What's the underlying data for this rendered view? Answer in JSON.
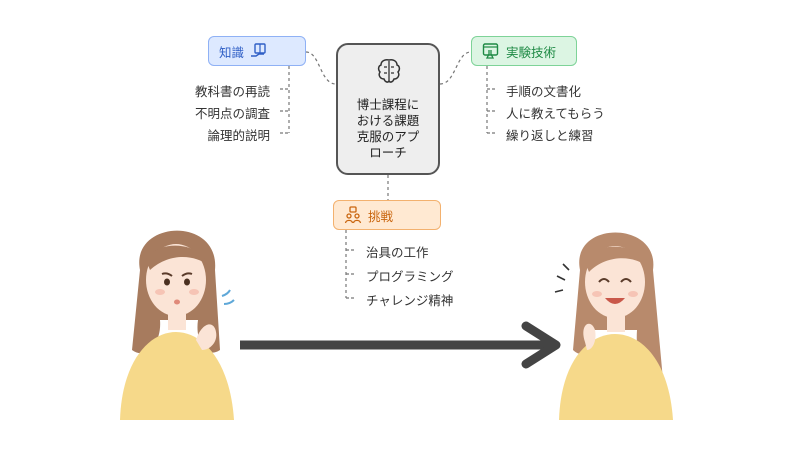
{
  "center": {
    "title": "博士課程に\nおける課題\n克服のアプ\nローチ",
    "icon": "brain-icon"
  },
  "knowledge": {
    "label": "知識",
    "icon": "book-hand-icon",
    "items": [
      "教科書の再読",
      "不明点の調査",
      "論理的説明"
    ]
  },
  "experiment": {
    "label": "実験技術",
    "icon": "lab-flask-icon",
    "items": [
      "手順の文書化",
      "人に教えてもらう",
      "繰り返しと練習"
    ]
  },
  "challenge": {
    "label": "挑戦",
    "icon": "team-people-icon",
    "items": [
      "治具の工作",
      "プログラミング",
      "チャレンジ精神"
    ]
  },
  "colors": {
    "knowledge": "#8fb1f5",
    "experiment": "#7ed398",
    "challenge": "#f3b16e",
    "arrow": "#444444"
  }
}
